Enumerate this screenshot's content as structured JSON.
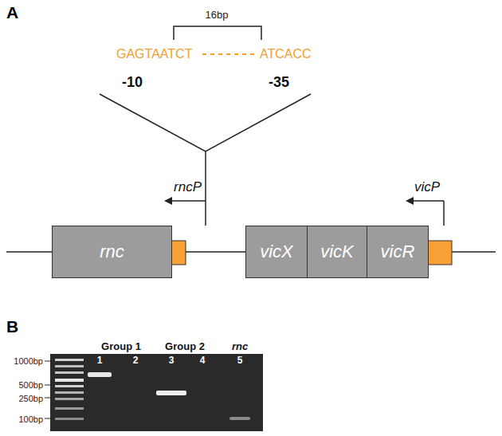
{
  "diagram": {
    "nodes": [
      {
        "text": [
          "rnc"
        ]
      },
      {
        "text": [
          "vicX"
        ]
      },
      {
        "text": [
          "vicK"
        ]
      },
      {
        "text": [
          "vicR"
        ]
      }
    ],
    "labels": [
      "A",
      "16bp",
      "GAGTAATCT",
      "ATCACC",
      "-10",
      "-35",
      "rncP",
      "vicP",
      "B",
      "Group 1",
      "Group 2",
      "rnc",
      "1",
      "2",
      "3",
      "4",
      "5",
      "1000bp",
      "500bp",
      "250bp",
      "100bp"
    ]
  }
}
